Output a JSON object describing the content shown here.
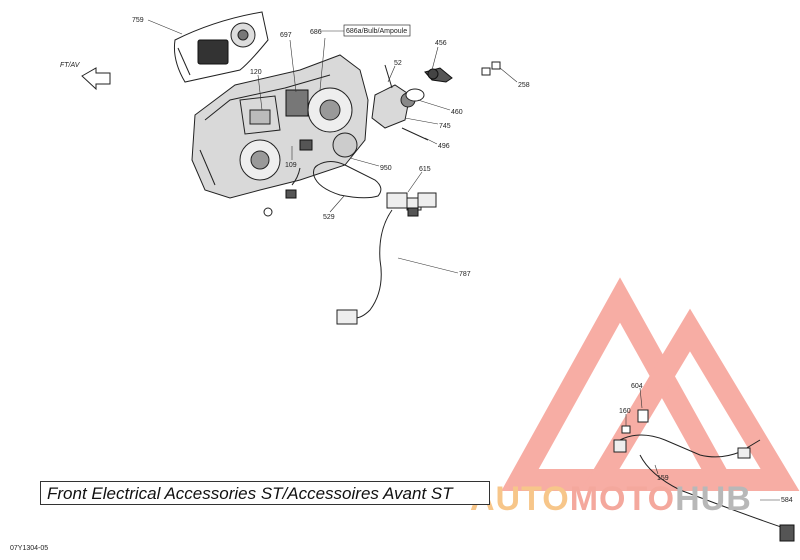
{
  "diagram": {
    "title": "Front Electrical Accessories ST/Accessoires Avant ST",
    "code": "07Y1304-05",
    "direction_label": "FT/AV",
    "callouts": {
      "c759": "759",
      "c697": "697",
      "c686": "686",
      "c686a": "686a/Bulb/Ampoule",
      "c456": "456",
      "c120": "120",
      "c52": "52",
      "c258": "258",
      "c460": "460",
      "c745": "745",
      "c496": "496",
      "c109": "109",
      "c950": "950",
      "c615": "615",
      "c529": "529",
      "c787": "787",
      "c604": "604",
      "c160": "160",
      "c159": "159",
      "c584": "584"
    }
  },
  "watermark": {
    "text_a": "AUTO",
    "text_b": "MOTO",
    "text_c": "HUB",
    "color_triangle": "#f26b5b",
    "color_a": "#f7c68a",
    "color_c": "#b8b8b8"
  }
}
